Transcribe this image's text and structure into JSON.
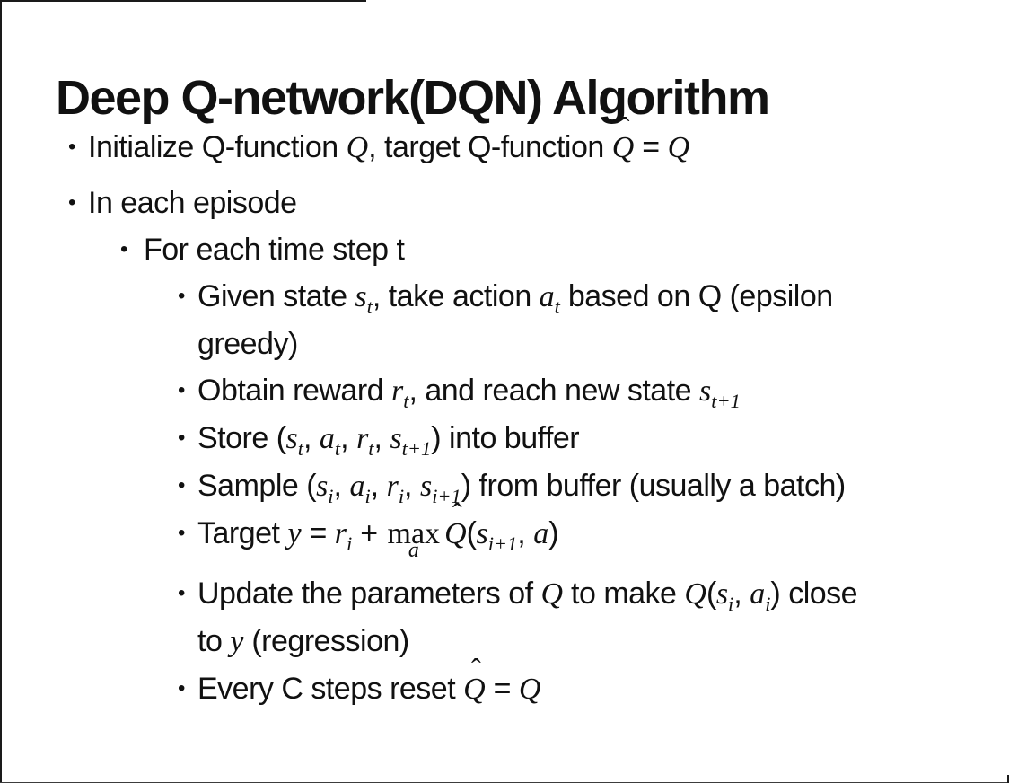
{
  "slide": {
    "title": "Deep Q-network(DQN) Algorithm",
    "bullet_glyph": "•",
    "colors": {
      "background": "#ffffff",
      "text": "#111111",
      "frame_border": "#1a1a1a"
    },
    "bullets": [
      {
        "level": 1,
        "segments": [
          {
            "t": "text",
            "v": "Initialize Q-function "
          },
          {
            "t": "m",
            "v": "Q"
          },
          {
            "t": "text",
            "v": ", target Q-function "
          },
          {
            "t": "hat",
            "v": "Q",
            "hat": "ˆ"
          },
          {
            "t": "text",
            "v": " = "
          },
          {
            "t": "m",
            "v": "Q"
          }
        ]
      },
      {
        "level": 1,
        "segments": [
          {
            "t": "text",
            "v": "In each episode"
          }
        ]
      },
      {
        "level": 2,
        "segments": [
          {
            "t": "text",
            "v": "For each time step t"
          }
        ]
      },
      {
        "level": 3,
        "segments": [
          {
            "t": "text",
            "v": "Given state "
          },
          {
            "t": "msub",
            "v": "s",
            "sub": "t"
          },
          {
            "t": "text",
            "v": ", take action "
          },
          {
            "t": "msub",
            "v": "a",
            "sub": "t"
          },
          {
            "t": "text",
            "v": " based on Q (epsilon"
          },
          {
            "t": "br"
          },
          {
            "t": "text",
            "v": "greedy)"
          }
        ]
      },
      {
        "level": 3,
        "segments": [
          {
            "t": "text",
            "v": "Obtain reward "
          },
          {
            "t": "msub",
            "v": "r",
            "sub": "t"
          },
          {
            "t": "text",
            "v": ", and reach new state "
          },
          {
            "t": "msub",
            "v": "s",
            "sub": "t+1"
          }
        ]
      },
      {
        "level": 3,
        "segments": [
          {
            "t": "text",
            "v": "Store ("
          },
          {
            "t": "msub",
            "v": "s",
            "sub": "t"
          },
          {
            "t": "text",
            "v": ", "
          },
          {
            "t": "msub",
            "v": "a",
            "sub": "t"
          },
          {
            "t": "text",
            "v": ", "
          },
          {
            "t": "msub",
            "v": "r",
            "sub": "t"
          },
          {
            "t": "text",
            "v": ", "
          },
          {
            "t": "msub",
            "v": "s",
            "sub": "t+1"
          },
          {
            "t": "text",
            "v": ") into buffer"
          }
        ]
      },
      {
        "level": 3,
        "segments": [
          {
            "t": "text",
            "v": "Sample ("
          },
          {
            "t": "msub",
            "v": "s",
            "sub": "i"
          },
          {
            "t": "text",
            "v": ", "
          },
          {
            "t": "msub",
            "v": "a",
            "sub": "i"
          },
          {
            "t": "text",
            "v": ", "
          },
          {
            "t": "msub",
            "v": "r",
            "sub": "i"
          },
          {
            "t": "text",
            "v": ", "
          },
          {
            "t": "msub",
            "v": "s",
            "sub": "i+1"
          },
          {
            "t": "text",
            "v": ") from buffer (usually a batch)"
          }
        ]
      },
      {
        "level": 3,
        "segments": [
          {
            "t": "text",
            "v": "Target "
          },
          {
            "t": "m",
            "v": "y"
          },
          {
            "t": "text",
            "v": " = "
          },
          {
            "t": "msub",
            "v": "r",
            "sub": "i"
          },
          {
            "t": "text",
            "v": " + "
          },
          {
            "t": "max",
            "v": "max",
            "under": "a"
          },
          {
            "t": "hat",
            "v": "Q",
            "hat": "ˆ"
          },
          {
            "t": "text",
            "v": "("
          },
          {
            "t": "msub",
            "v": "s",
            "sub": "i+1"
          },
          {
            "t": "text",
            "v": ", "
          },
          {
            "t": "m",
            "v": "a"
          },
          {
            "t": "text",
            "v": ")"
          }
        ]
      },
      {
        "level": 3,
        "segments": [
          {
            "t": "text",
            "v": "Update the parameters of "
          },
          {
            "t": "m",
            "v": "Q"
          },
          {
            "t": "text",
            "v": " to make "
          },
          {
            "t": "m",
            "v": "Q"
          },
          {
            "t": "text",
            "v": "("
          },
          {
            "t": "msub",
            "v": "s",
            "sub": "i"
          },
          {
            "t": "text",
            "v": ", "
          },
          {
            "t": "msub",
            "v": "a",
            "sub": "i"
          },
          {
            "t": "text",
            "v": ") close"
          },
          {
            "t": "br"
          },
          {
            "t": "text",
            "v": "to "
          },
          {
            "t": "m",
            "v": "y"
          },
          {
            "t": "text",
            "v": " (regression)"
          }
        ]
      },
      {
        "level": 3,
        "segments": [
          {
            "t": "text",
            "v": "Every C steps reset "
          },
          {
            "t": "hat",
            "v": "Q",
            "hat": "ˆ"
          },
          {
            "t": "text",
            "v": " = "
          },
          {
            "t": "m",
            "v": "Q"
          }
        ]
      }
    ]
  }
}
